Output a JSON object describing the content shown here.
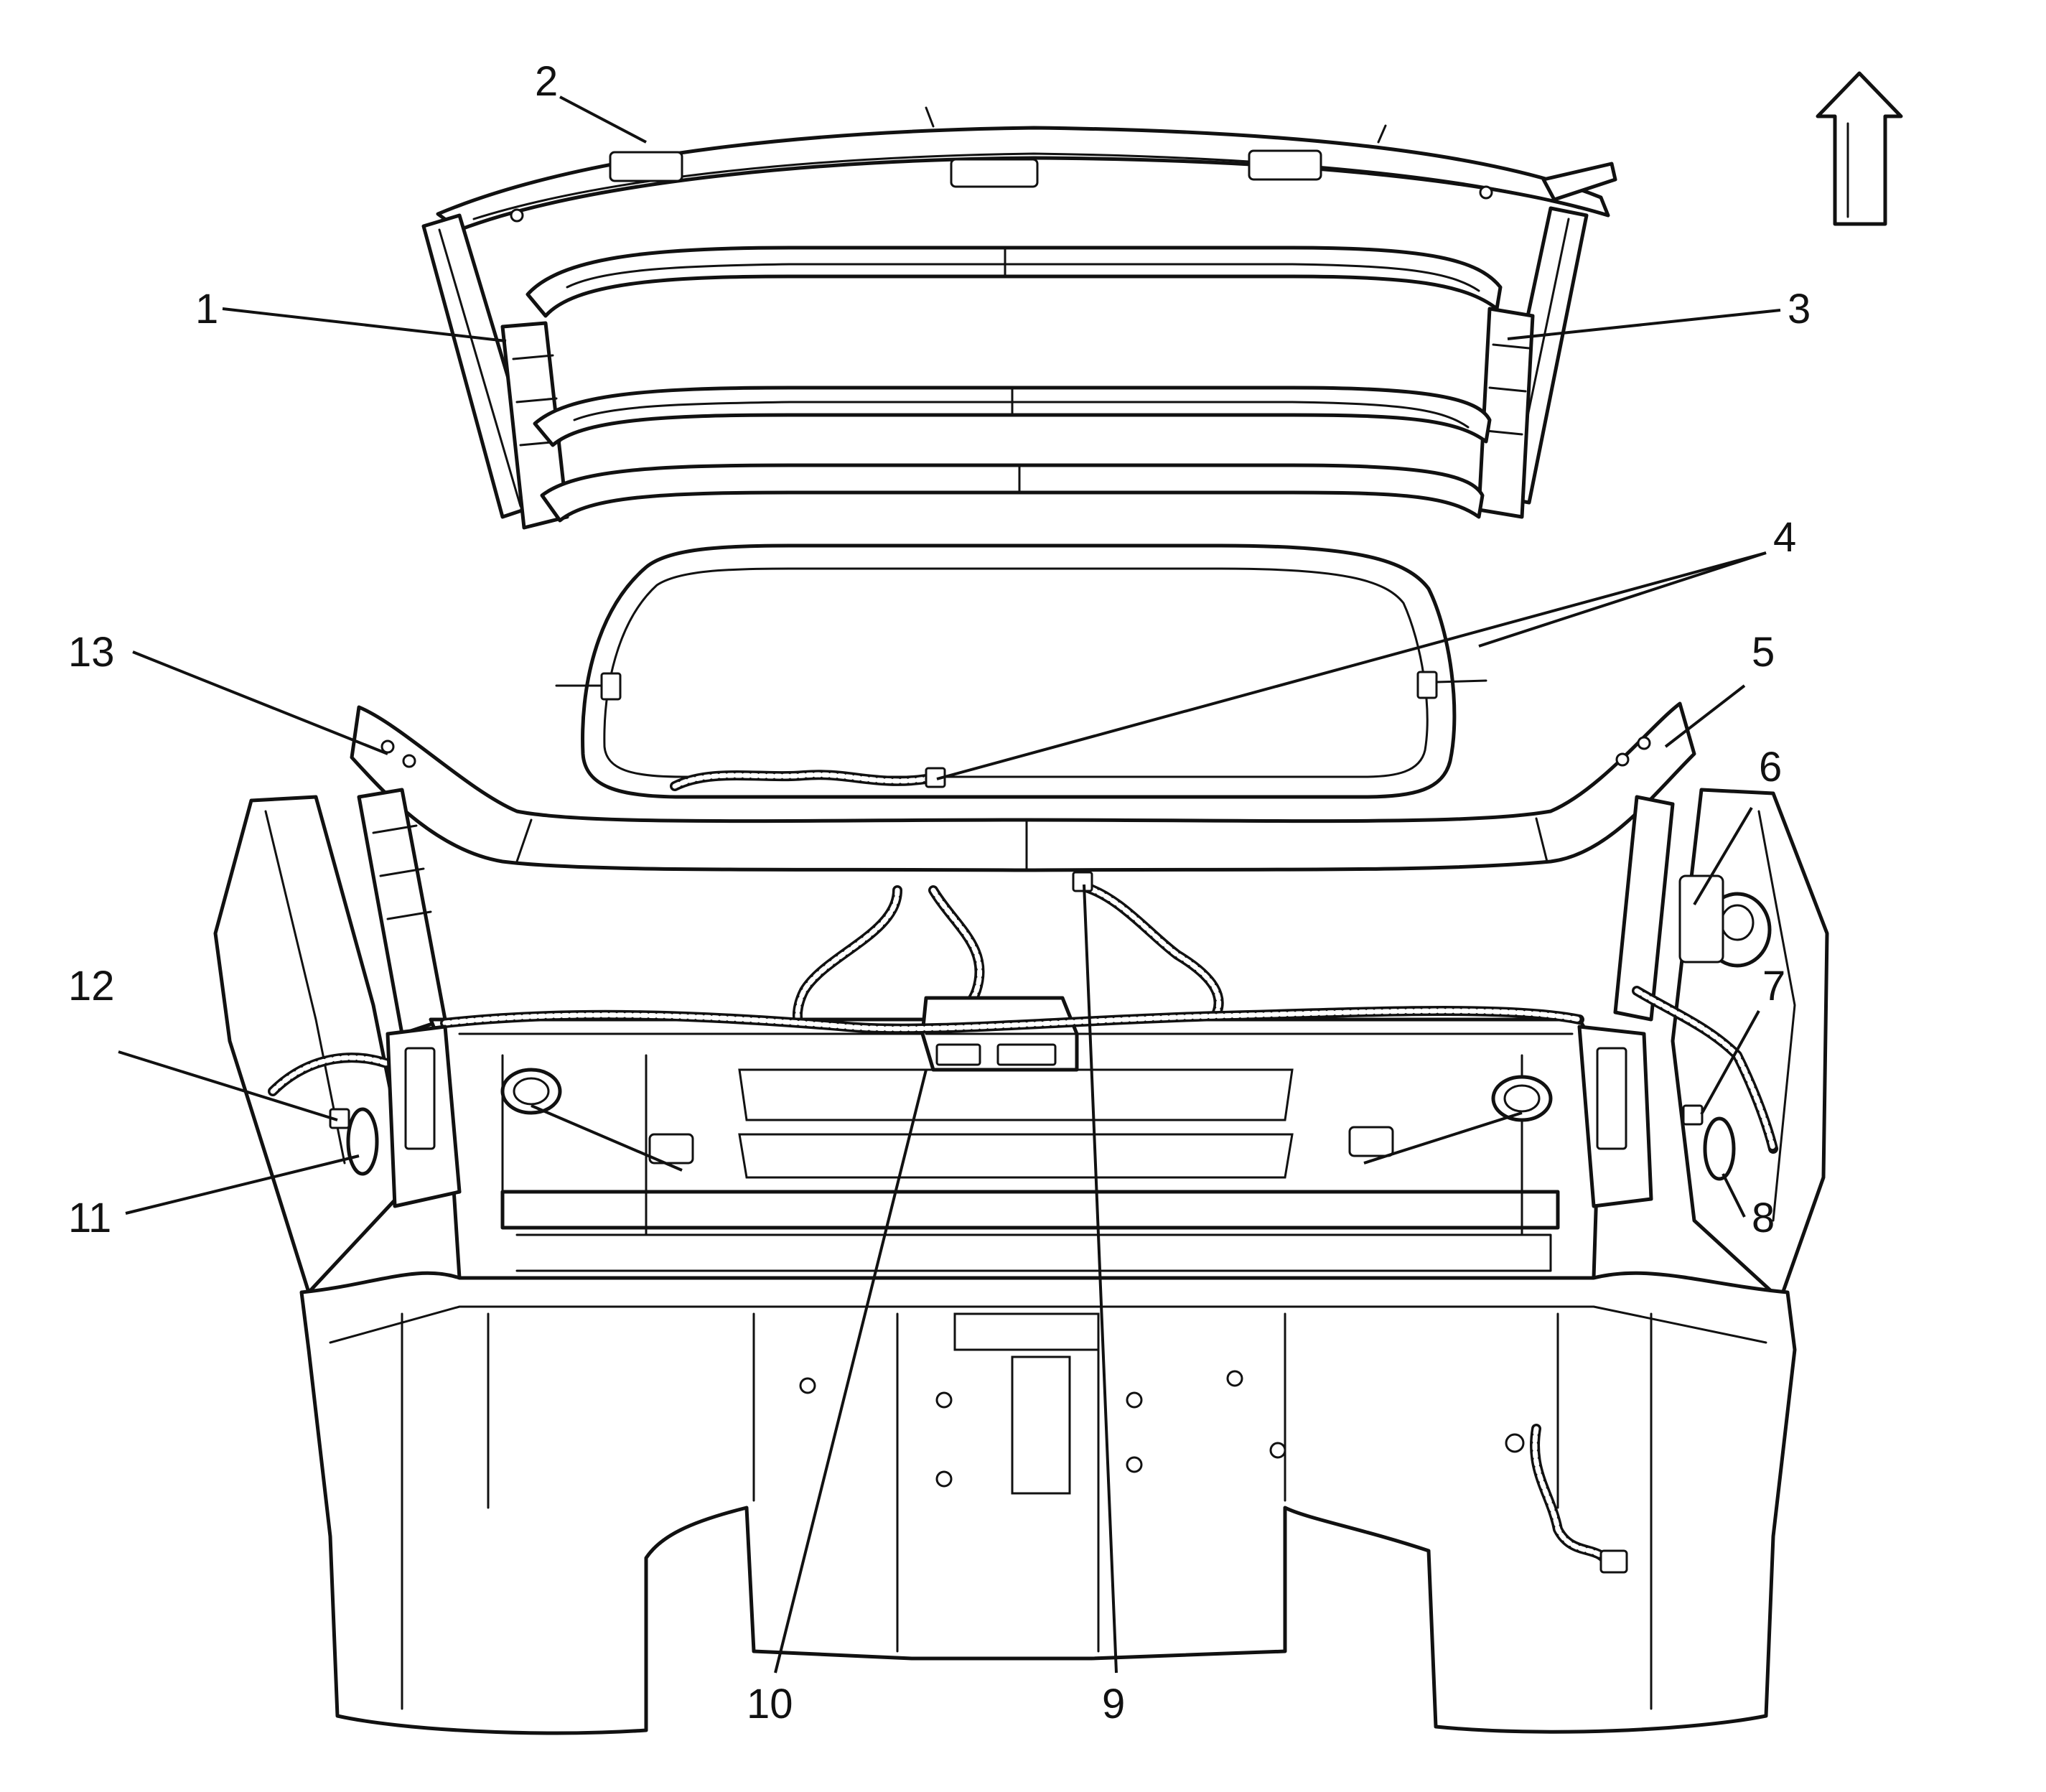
{
  "callouts": [
    {
      "id": "1",
      "label": "1"
    },
    {
      "id": "2",
      "label": "2"
    },
    {
      "id": "3",
      "label": "3"
    },
    {
      "id": "4",
      "label": "4"
    },
    {
      "id": "5",
      "label": "5"
    },
    {
      "id": "6",
      "label": "6"
    },
    {
      "id": "7",
      "label": "7"
    },
    {
      "id": "8",
      "label": "8"
    },
    {
      "id": "9",
      "label": "9"
    },
    {
      "id": "10",
      "label": "10"
    },
    {
      "id": "11",
      "label": "11"
    },
    {
      "id": "12",
      "label": "12"
    },
    {
      "id": "13",
      "label": "13"
    }
  ],
  "orientation_icon": "up-arrow-icon"
}
